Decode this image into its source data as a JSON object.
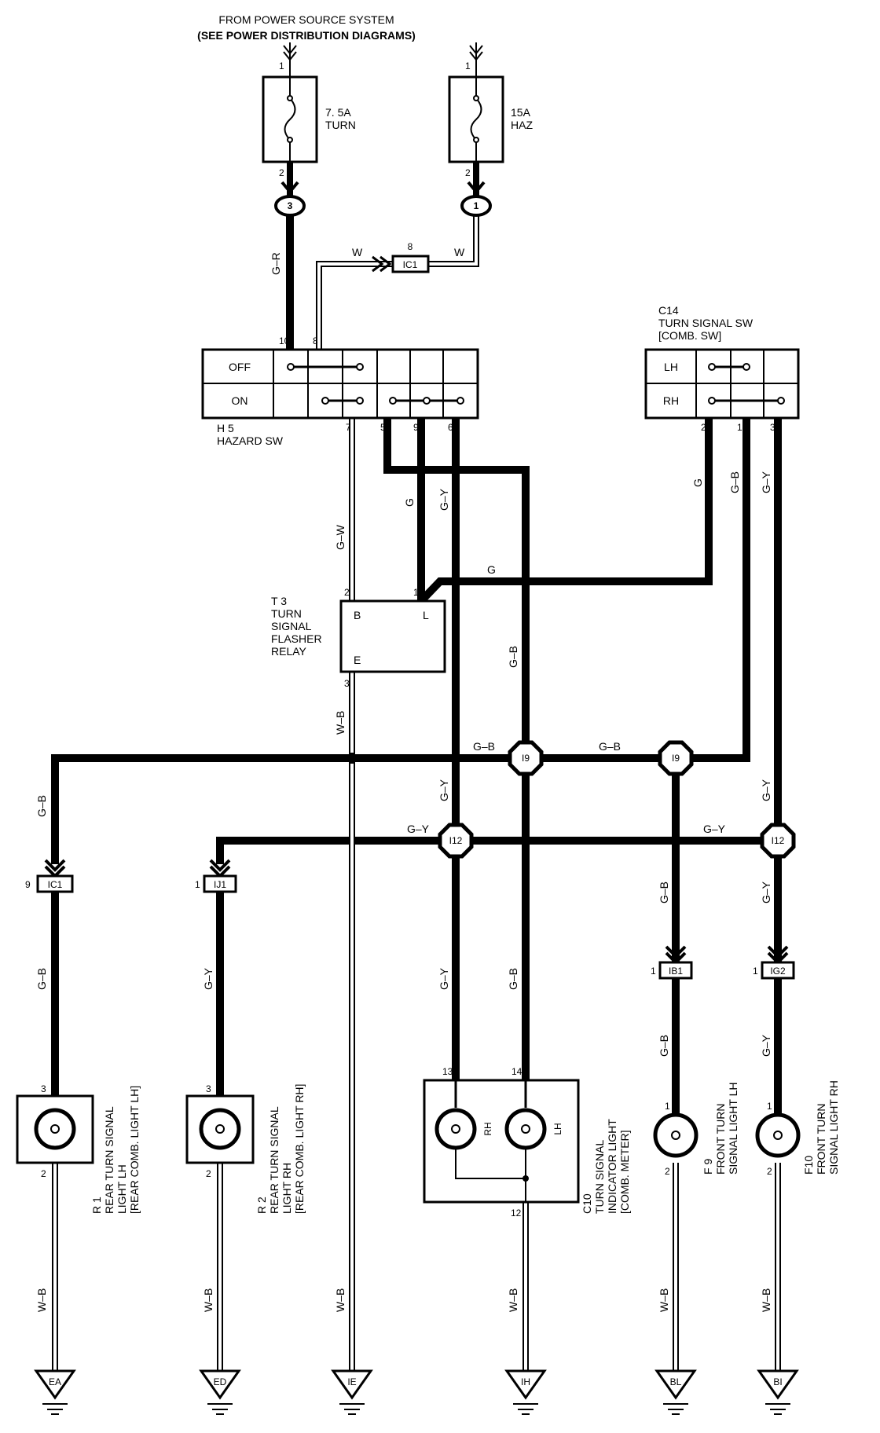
{
  "header": {
    "line1": "FROM POWER SOURCE SYSTEM",
    "line2": "(SEE POWER DISTRIBUTION DIAGRAMS)"
  },
  "fuses": [
    {
      "rating": "7. 5A",
      "name": "TURN",
      "pin_in": "1",
      "pin_out": "2",
      "junction": "3"
    },
    {
      "rating": "15A",
      "name": "HAZ",
      "pin_in": "1",
      "pin_out": "2",
      "junction": "1"
    }
  ],
  "connectors": {
    "ic1_top": {
      "name": "IC1",
      "pin": "8"
    },
    "ic1_left": {
      "name": "IC1",
      "pin": "9"
    },
    "ij1": {
      "name": "IJ1",
      "pin": "1"
    },
    "ib1": {
      "name": "IB1",
      "pin": "1"
    },
    "ig2": {
      "name": "IG2",
      "pin": "1"
    }
  },
  "junctions": {
    "i9a": "I9",
    "i9b": "I9",
    "i12a": "I12",
    "i12b": "I12"
  },
  "hazard_sw": {
    "code": "H 5",
    "name": "HAZARD SW",
    "row_off": "OFF",
    "row_on": "ON",
    "pins": [
      "10",
      "8",
      "7",
      "5",
      "9",
      "6"
    ]
  },
  "turn_sw": {
    "code": "C14",
    "name": "TURN SIGNAL SW",
    "sub": "[COMB.  SW]",
    "row_lh": "LH",
    "row_rh": "RH",
    "pins": [
      "2",
      "1",
      "3"
    ]
  },
  "relay": {
    "code": "T 3",
    "line1": "TURN",
    "line2": "SIGNAL",
    "line3": "FLASHER",
    "line4": "RELAY",
    "term_b": "B",
    "term_l": "L",
    "term_e": "E",
    "pin_b": "2",
    "pin_l": "1",
    "pin_e": "3"
  },
  "wires": {
    "g_r": "G–R",
    "w": "W",
    "g_w": "G–W",
    "g": "G",
    "g_y": "G–Y",
    "g_b": "G–B",
    "w_b": "W–B"
  },
  "lamps": {
    "r1": {
      "code": "R 1",
      "line1": "REAR TURN SIGNAL",
      "line2": "LIGHT LH",
      "line3": "[REAR COMB.  LIGHT LH]",
      "pin_top": "3",
      "pin_bottom": "2"
    },
    "r2": {
      "code": "R 2",
      "line1": "REAR TURN SIGNAL",
      "line2": "LIGHT RH",
      "line3": "[REAR COMB.  LIGHT RH]",
      "pin_top": "3",
      "pin_bottom": "2"
    },
    "c10": {
      "code": "C10",
      "line1": "TURN SIGNAL",
      "line2": "INDICATOR LIGHT",
      "line3": "[COMB.  METER]",
      "pin_rh": "13",
      "pin_lh": "14",
      "pin_gnd": "12",
      "bulb_rh": "RH",
      "bulb_lh": "LH"
    },
    "f9": {
      "code": "F 9",
      "line1": "FRONT TURN",
      "line2": "SIGNAL LIGHT LH",
      "pin_top": "1",
      "pin_bottom": "2"
    },
    "f10": {
      "code": "F10",
      "line1": "FRONT TURN",
      "line2": "SIGNAL LIGHT RH",
      "pin_top": "1",
      "pin_bottom": "2"
    }
  },
  "grounds": [
    "EA",
    "ED",
    "IE",
    "IH",
    "BL",
    "BI"
  ]
}
